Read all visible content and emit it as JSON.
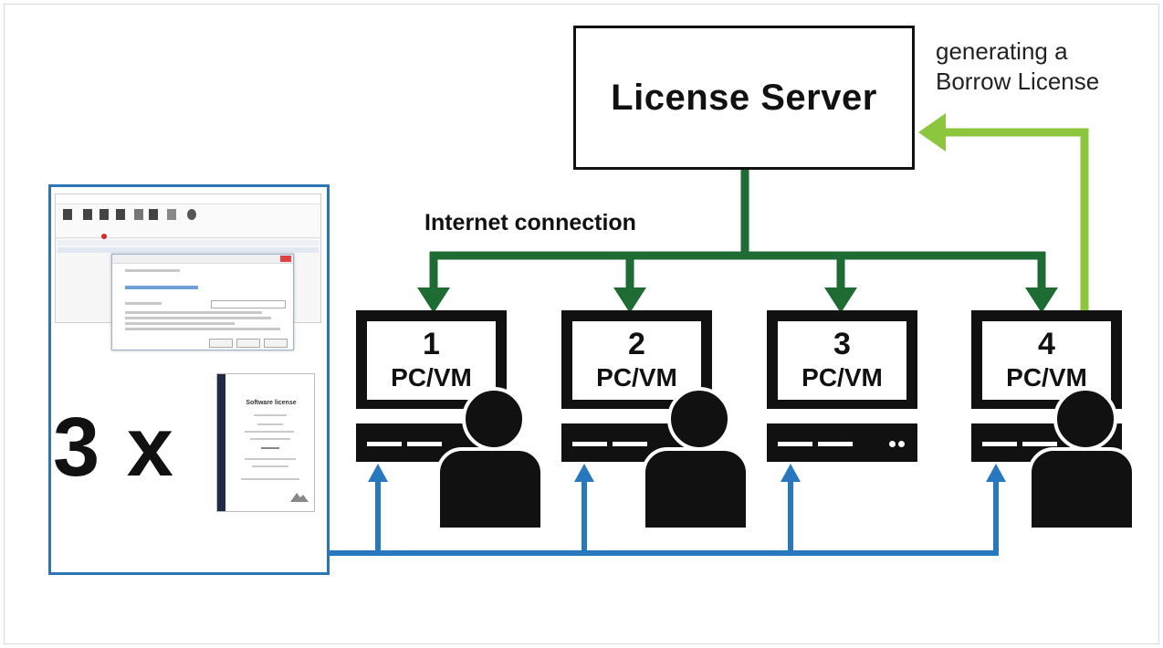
{
  "server": {
    "title": "License Server"
  },
  "borrow_label": {
    "line1": "generating a",
    "line2": "Borrow License"
  },
  "internet_label": "Internet connection",
  "count_label": "3 x",
  "computers": [
    {
      "number": "1",
      "label": "PC/VM",
      "user": true
    },
    {
      "number": "2",
      "label": "PC/VM",
      "user": true
    },
    {
      "number": "3",
      "label": "PC/VM",
      "user": false
    },
    {
      "number": "4",
      "label": "PC/VM",
      "user": true
    }
  ],
  "certificate": {
    "title": "Software license"
  },
  "colors": {
    "internet_link": "#1e6b33",
    "borrow_link": "#8cc63f",
    "local_link": "#2878c0",
    "panel_border": "#2e75b6",
    "ink": "#111111"
  }
}
